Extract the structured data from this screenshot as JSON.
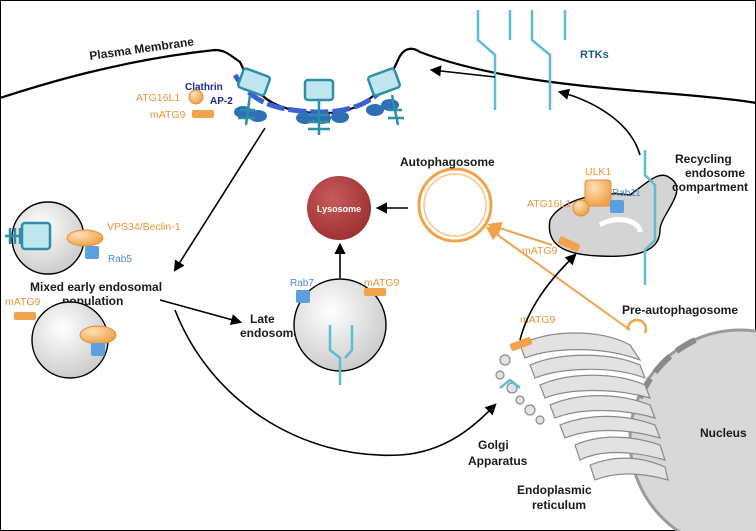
{
  "colors": {
    "outline": "#000000",
    "receptor": "#5fbcd3",
    "receptor_dark": "#2c8fa6",
    "clathrin": "#3a5fd6",
    "ap2": "#2e6fb6",
    "orange": "#f0a34a",
    "orange_light": "#f7c58a",
    "blue_box": "#5a9fe0",
    "lysosome": "#a83a3a",
    "golgi": "#b5b5b5",
    "nucleus": "#999999"
  },
  "labels": {
    "plasma_membrane": "Plasma Membrane",
    "clathrin": "Clathrin",
    "ap2": "AP-2",
    "atg16l1_top": "ATG16L1",
    "matg9_top": "mATG9",
    "rtks": "RTKs",
    "autophagosome": "Autophagosome",
    "lysosome": "Lysosome",
    "ulk1": "ULK1",
    "rab11": "Rab11",
    "atg16l1_recycling": "ATG16L1",
    "matg9_recycling": "mATG9",
    "recycling_line1": "Recycling",
    "recycling_line2": "endosome",
    "recycling_line3": "compartment",
    "vps34": "VPS34/Beclin-1",
    "rab5": "Rab5",
    "mixed_line1": "Mixed early endosomal",
    "mixed_line2": "population",
    "matg9_left": "mATG9",
    "late_line1": "Late",
    "late_line2": "endosome",
    "rab7": "Rab7",
    "matg9_late": "mATG9",
    "pre_autophagosome": "Pre-autophagosome",
    "matg9_golgi": "mATG9",
    "golgi_line1": "Golgi",
    "golgi_line2": "Apparatus",
    "er_line1": "Endoplasmic",
    "er_line2": "reticulum",
    "nucleus": "Nucleus"
  }
}
